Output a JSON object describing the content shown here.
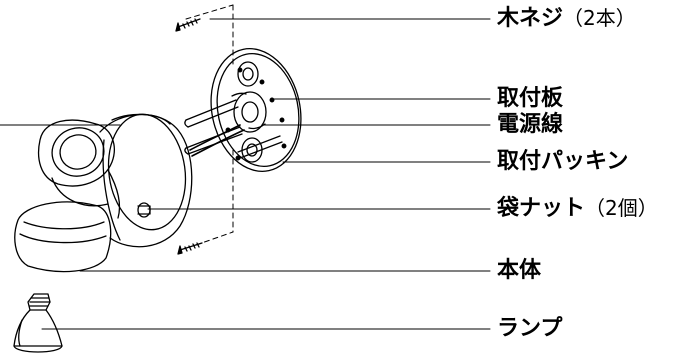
{
  "labels": {
    "wood_screw": {
      "main": "木ネジ",
      "sub": "（2本）"
    },
    "mounting_plate": {
      "main": "取付板",
      "sub": ""
    },
    "power_cable": {
      "main": "電源線",
      "sub": ""
    },
    "mounting_packing": {
      "main": "取付パッキン",
      "sub": ""
    },
    "cap_nut": {
      "main": "袋ナット",
      "sub": "（2個）"
    },
    "body": {
      "main": "本体",
      "sub": ""
    },
    "lamp": {
      "main": "ランプ",
      "sub": ""
    }
  }
}
